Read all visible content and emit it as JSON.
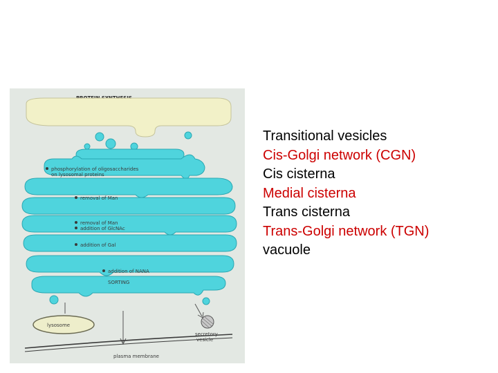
{
  "diagram": {
    "title": "PROTEIN SYNTHESIS",
    "cisterna_labels": [
      "phosphorylation of oligosaccharides",
      "on lysosomal proteins",
      "removal of Man",
      "removal of Man",
      "addition of GlcNAc",
      "addition of Gal",
      "addition of NANA",
      "SORTING"
    ],
    "lysosome_label": "lysosome",
    "secretory_label_1": "secretory",
    "secretory_label_2": "vesicle",
    "membrane_label": "plasma membrane",
    "colors": {
      "golgi_fill": "#4fd4dd",
      "golgi_stroke": "#2aa7b2",
      "er_fill": "#f2f1c8",
      "er_stroke": "#c5c39a",
      "lysosome_fill": "#eeeecb",
      "background": "#e3e8e3"
    }
  },
  "legend": {
    "items": [
      {
        "text": "Transitional vesicles",
        "color": "#000000"
      },
      {
        "text": "Cis-Golgi network (CGN)",
        "color": "#cc0000"
      },
      {
        "text": "Cis cisterna",
        "color": "#000000"
      },
      {
        "text": "Medial cisterna",
        "color": "#cc0000"
      },
      {
        "text": "Trans cisterna",
        "color": "#000000"
      },
      {
        "text": "Trans-Golgi network (TGN)",
        "color": "#cc0000"
      },
      {
        "text": "vacuole",
        "color": "#000000"
      }
    ]
  }
}
